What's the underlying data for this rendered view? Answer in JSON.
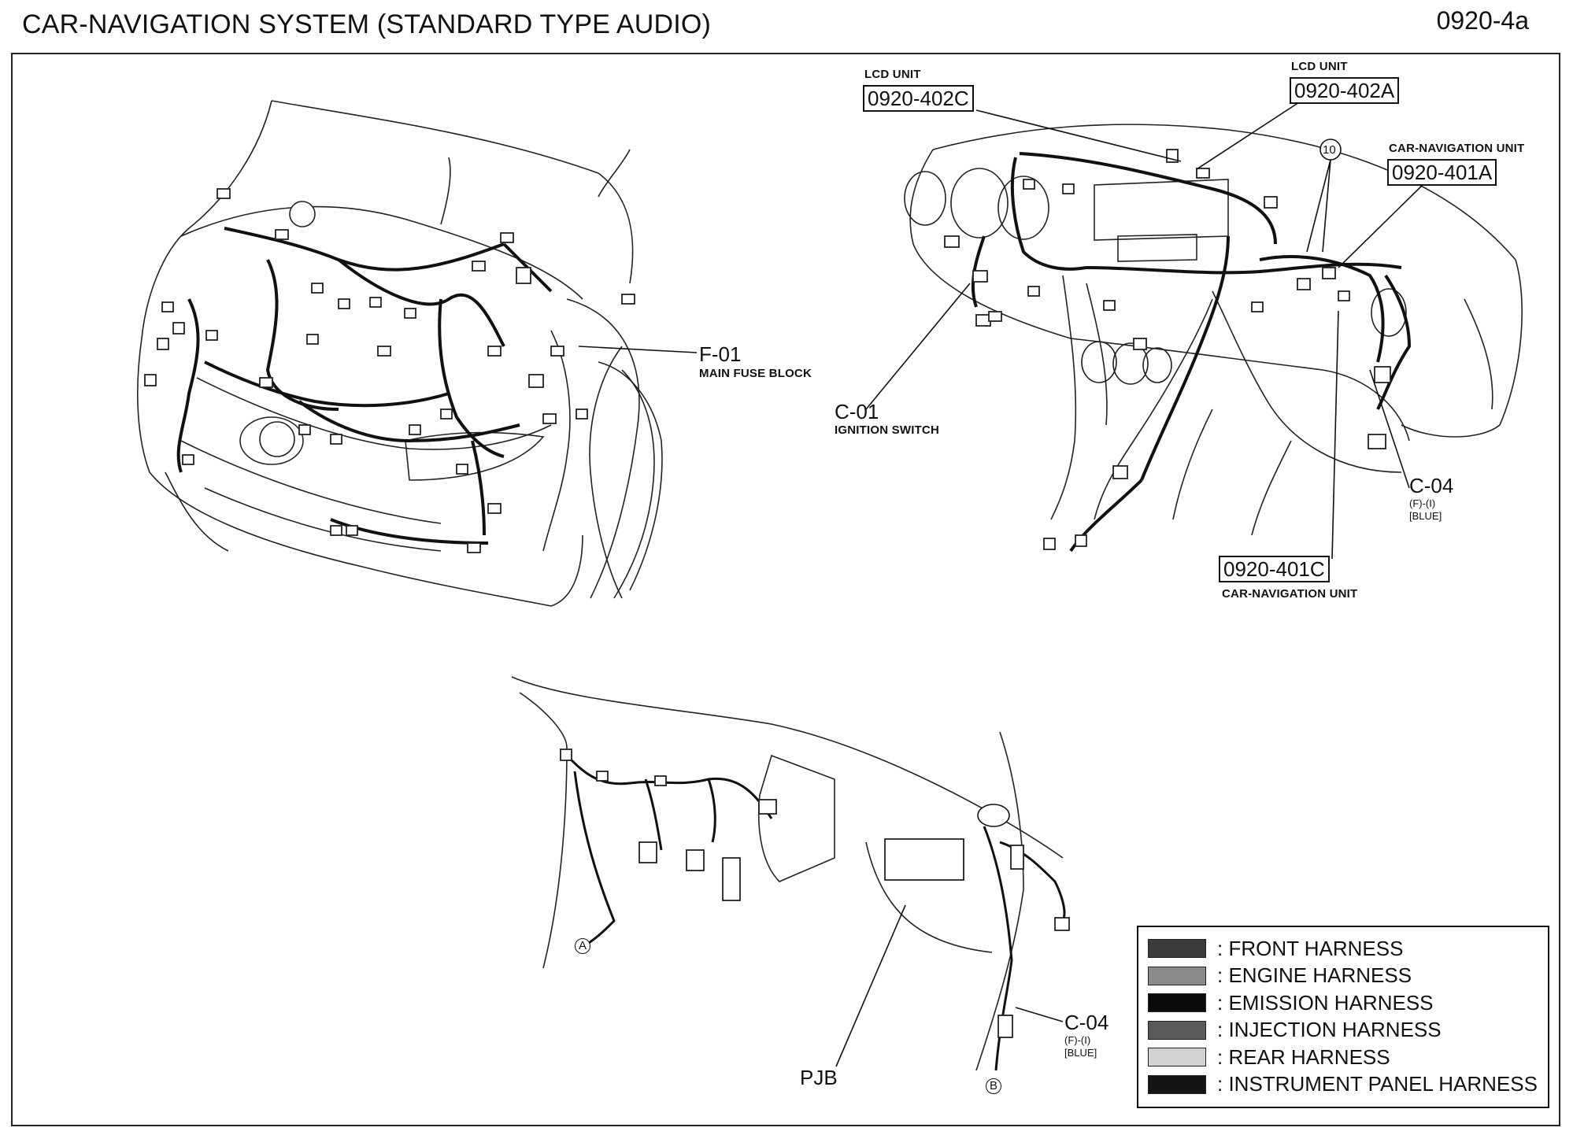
{
  "header": {
    "title": "CAR-NAVIGATION SYSTEM (STANDARD TYPE AUDIO)",
    "page_code": "0920-4a"
  },
  "callouts": {
    "lcd_unit_c": {
      "caption": "LCD UNIT",
      "ref": "0920-402C"
    },
    "lcd_unit_a": {
      "caption": "LCD UNIT",
      "ref": "0920-402A"
    },
    "nav_unit_a": {
      "caption": "CAR-NAVIGATION UNIT",
      "ref": "0920-401A"
    },
    "nav_unit_c": {
      "caption": "CAR-NAVIGATION UNIT",
      "ref": "0920-401C"
    },
    "marker_10": "10",
    "f01": {
      "code": "F-01",
      "caption": "MAIN FUSE BLOCK"
    },
    "c01": {
      "code": "C-01",
      "caption": "IGNITION SWITCH"
    },
    "c04_top": {
      "code": "C-04",
      "sub": "(F)-(I)",
      "color": "[BLUE]"
    },
    "c04_bottom": {
      "code": "C-04",
      "sub": "(F)-(I)",
      "color": "[BLUE]"
    },
    "pjb": "PJB",
    "marker_a": "A",
    "marker_b": "B"
  },
  "legend": {
    "items": [
      {
        "label": ": FRONT HARNESS",
        "swatch": "#3a3a3a"
      },
      {
        "label": ": ENGINE HARNESS",
        "swatch": "#8a8a8a"
      },
      {
        "label": ": EMISSION HARNESS",
        "swatch": "#0a0a0a"
      },
      {
        "label": ": INJECTION HARNESS",
        "swatch": "#5a5a5a"
      },
      {
        "label": ": REAR HARNESS",
        "swatch": "#d2d2d2"
      },
      {
        "label": ": INSTRUMENT PANEL HARNESS",
        "swatch": "#141414"
      }
    ]
  }
}
